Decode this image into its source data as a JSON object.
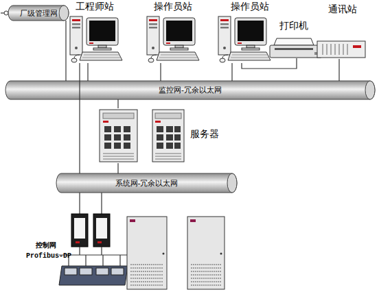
{
  "diagram": {
    "nodes": [
      {
        "text": [
          "厂级管理网"
        ]
      },
      {
        "text": [
          "工程师站"
        ]
      },
      {
        "text": [
          "操作员站"
        ]
      },
      {
        "text": [
          "操作员站"
        ]
      },
      {
        "text": [
          "打印机"
        ]
      },
      {
        "text": [
          "通讯站"
        ]
      },
      {
        "text": [
          "监控网-冗余以太网"
        ]
      },
      {
        "text": [
          "服务器"
        ]
      },
      {
        "text": [
          "系统网-冗余以太网"
        ]
      }
    ],
    "edges": [
      {
        "from": 0,
        "to": 6,
        "arrow": "none"
      },
      {
        "from": 1,
        "to": 6,
        "arrow": "none"
      },
      {
        "from": 1,
        "to": 8,
        "arrow": "none"
      },
      {
        "from": 2,
        "to": 6,
        "arrow": "none"
      },
      {
        "from": 3,
        "to": 6,
        "arrow": "none"
      },
      {
        "from": 3,
        "to": 4,
        "arrow": "none"
      },
      {
        "from": 5,
        "to": 6,
        "arrow": "none"
      },
      {
        "from": 7,
        "to": 6,
        "arrow": "none"
      },
      {
        "from": 7,
        "to": 8,
        "arrow": "none"
      }
    ],
    "labels": [
      "控制网",
      "Profibus-DP"
    ]
  }
}
